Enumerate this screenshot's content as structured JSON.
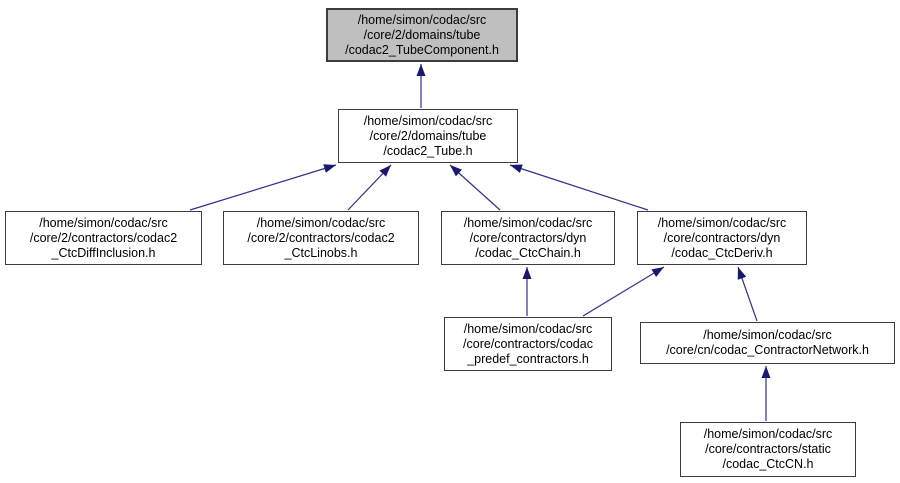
{
  "diagram": {
    "kind": "include-dependency-graph",
    "colors": {
      "highlight_node_fill": "#bfbfbf",
      "node_fill": "#ffffff",
      "node_border": "#3c3c3c",
      "edge": "#191970",
      "text": "#000000",
      "background": "#ffffff"
    },
    "nodes": [
      {
        "id": "codac2_TubeComponent.h",
        "highlighted": true,
        "lines": [
          "/home/simon/codac/src",
          "/core/2/domains/tube",
          "/codac2_TubeComponent.h"
        ]
      },
      {
        "id": "codac2_Tube.h",
        "highlighted": false,
        "lines": [
          "/home/simon/codac/src",
          "/core/2/domains/tube",
          "/codac2_Tube.h"
        ]
      },
      {
        "id": "codac2_CtcDiffInclusion.h",
        "highlighted": false,
        "lines": [
          "/home/simon/codac/src",
          "/core/2/contractors/codac2",
          "_CtcDiffInclusion.h"
        ]
      },
      {
        "id": "codac2_CtcLinobs.h",
        "highlighted": false,
        "lines": [
          "/home/simon/codac/src",
          "/core/2/contractors/codac2",
          "_CtcLinobs.h"
        ]
      },
      {
        "id": "codac_CtcChain.h",
        "highlighted": false,
        "lines": [
          "/home/simon/codac/src",
          "/core/contractors/dyn",
          "/codac_CtcChain.h"
        ]
      },
      {
        "id": "codac_CtcDeriv.h",
        "highlighted": false,
        "lines": [
          "/home/simon/codac/src",
          "/core/contractors/dyn",
          "/codac_CtcDeriv.h"
        ]
      },
      {
        "id": "codac_predef_contractors.h",
        "highlighted": false,
        "lines": [
          "/home/simon/codac/src",
          "/core/contractors/codac",
          "_predef_contractors.h"
        ]
      },
      {
        "id": "codac_ContractorNetwork.h",
        "highlighted": false,
        "lines": [
          "/home/simon/codac/src",
          "/core/cn/codac_ContractorNetwork.h"
        ]
      },
      {
        "id": "codac_CtcCN.h",
        "highlighted": false,
        "lines": [
          "/home/simon/codac/src",
          "/core/contractors/static",
          "/codac_CtcCN.h"
        ]
      }
    ],
    "edges": [
      {
        "from": "codac2_Tube.h",
        "to": "codac2_TubeComponent.h"
      },
      {
        "from": "codac2_CtcDiffInclusion.h",
        "to": "codac2_Tube.h"
      },
      {
        "from": "codac2_CtcLinobs.h",
        "to": "codac2_Tube.h"
      },
      {
        "from": "codac_CtcChain.h",
        "to": "codac2_Tube.h"
      },
      {
        "from": "codac_CtcDeriv.h",
        "to": "codac2_Tube.h"
      },
      {
        "from": "codac_predef_contractors.h",
        "to": "codac_CtcChain.h"
      },
      {
        "from": "codac_predef_contractors.h",
        "to": "codac_CtcDeriv.h"
      },
      {
        "from": "codac_ContractorNetwork.h",
        "to": "codac_CtcDeriv.h"
      },
      {
        "from": "codac_CtcCN.h",
        "to": "codac_ContractorNetwork.h"
      }
    ]
  }
}
